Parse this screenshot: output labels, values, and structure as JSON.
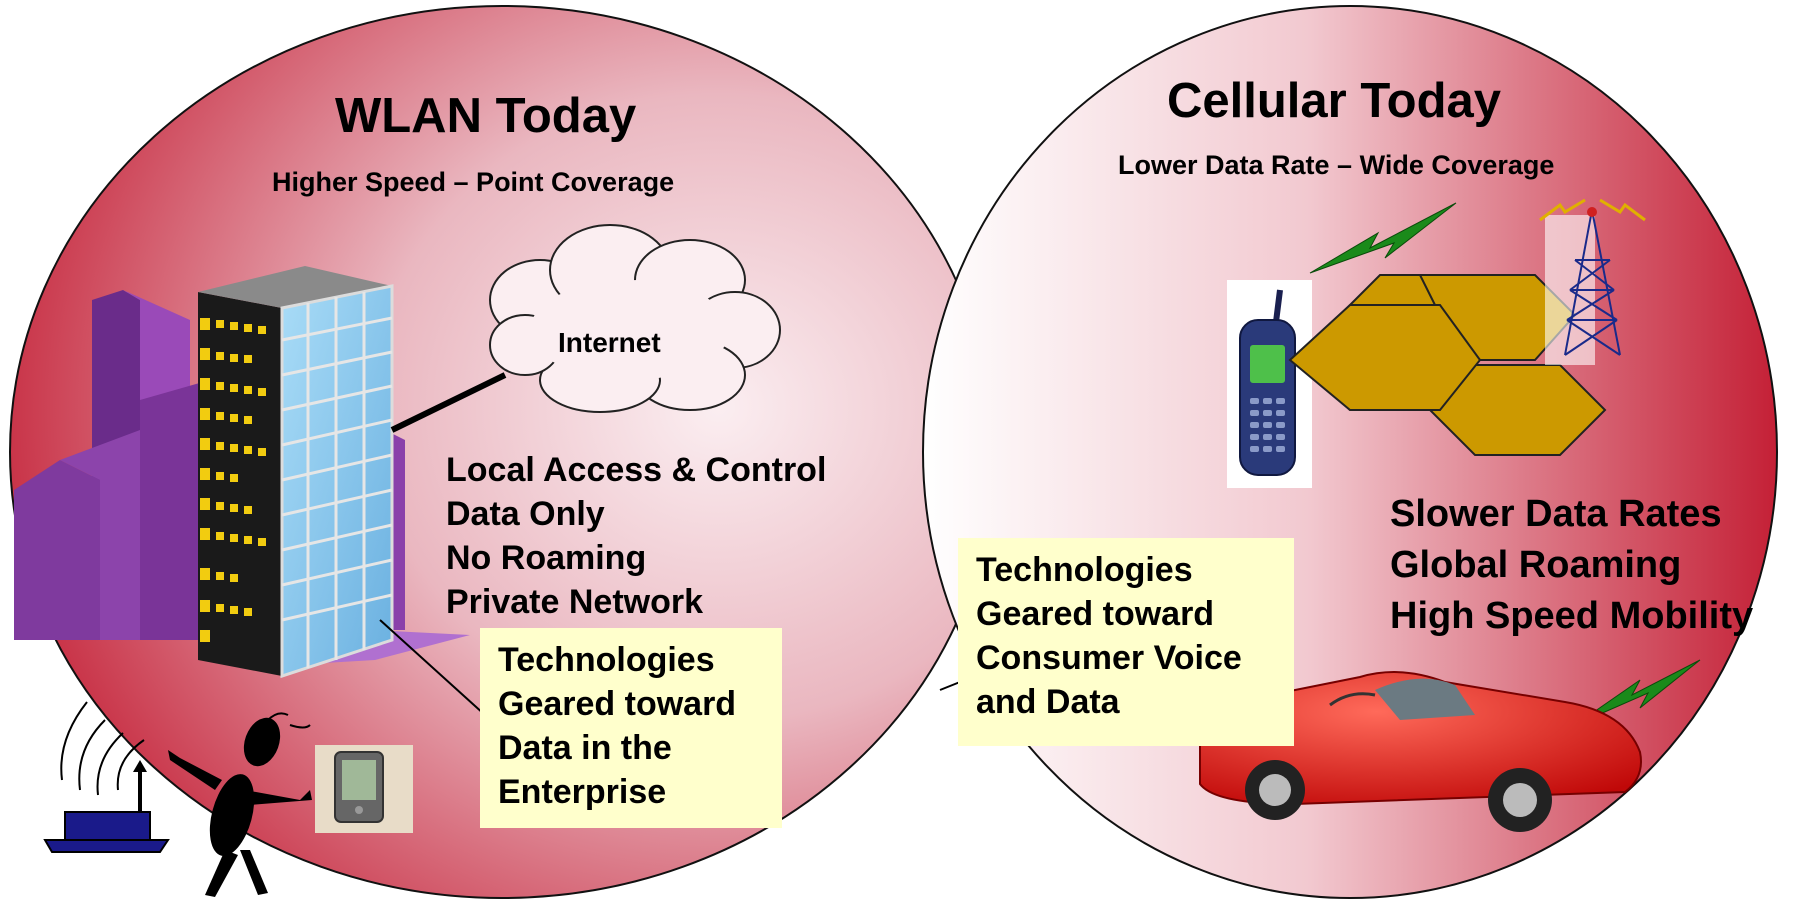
{
  "wlan": {
    "title": "WLAN Today",
    "subtitle": "Higher Speed – Point Coverage",
    "internet_label": "Internet",
    "features": [
      "Local Access & Control",
      "Data Only",
      "No Roaming",
      "Private Network"
    ],
    "note_lines": [
      "Technologies",
      "Geared toward",
      "Data in the",
      "Enterprise"
    ]
  },
  "cellular": {
    "title": "Cellular Today",
    "subtitle": "Lower Data Rate – Wide Coverage",
    "features": [
      "Slower Data Rates",
      "Global Roaming",
      "High Speed Mobility"
    ],
    "note_lines": [
      "Technologies",
      "Geared toward",
      "Consumer Voice",
      "and Data"
    ]
  },
  "colors": {
    "circle_dark": "#c8283c",
    "circle_light": "#f7e4e8",
    "note_bg": "#ffffcc",
    "building_purple": "#7a3a9a",
    "glass_blue": "#8cc8ee",
    "hex_gold": "#cc9900",
    "lightning_green": "#1a8a1a",
    "car_red": "#e01818"
  },
  "icons": [
    "office-building-icon",
    "internet-cloud-icon",
    "router-icon",
    "person-icon",
    "pda-icon",
    "cell-phone-icon",
    "cell-tower-icon",
    "coverage-hexagons-icon",
    "sports-car-icon",
    "lightning-bolt-icon"
  ]
}
